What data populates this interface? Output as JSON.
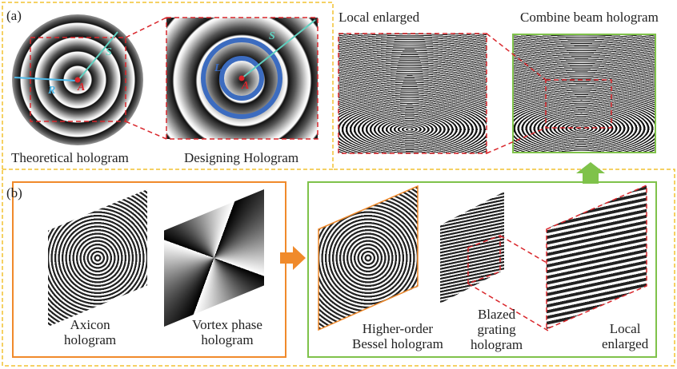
{
  "panel_a": {
    "tag": "(a)",
    "theoretical_label": "Theoretical hologram",
    "designing_label": "Designing Hologram",
    "symbols": {
      "R": "R",
      "S": "S",
      "A": "A",
      "L": "L"
    }
  },
  "top_right": {
    "local_label": "Local enlarged",
    "combine_label": "Combine beam hologram"
  },
  "panel_b": {
    "tag": "(b)",
    "axicon_label": [
      "Axicon",
      "hologram"
    ],
    "vortex_label": [
      "Vortex phase",
      "hologram"
    ],
    "bessel_label": [
      "Higher-order",
      "Bessel hologram"
    ],
    "grating_label": [
      "Blazed",
      "grating",
      "hologram"
    ],
    "local_label": [
      "Local",
      "enlarged"
    ]
  },
  "colors": {
    "yellow": "#f2c230",
    "red": "#d9262b",
    "green": "#7fc24a",
    "orange": "#f08a2b",
    "blue": "#3c6cc0",
    "cyan": "#5fd0c0"
  }
}
